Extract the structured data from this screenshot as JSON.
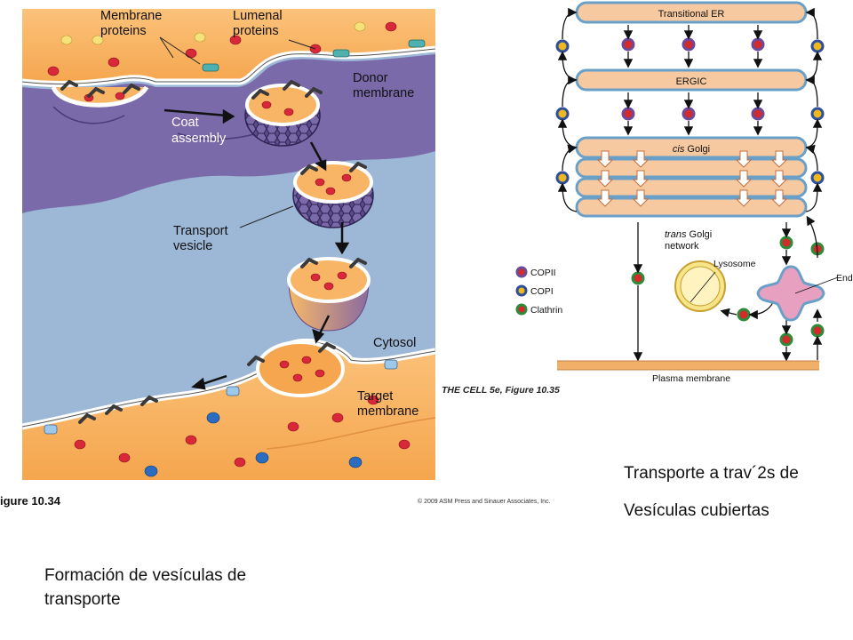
{
  "left_figure": {
    "labels": {
      "membrane_proteins": [
        "Membrane",
        "proteins"
      ],
      "lumenal_proteins": [
        "Lumenal",
        "proteins"
      ],
      "donor_membrane": [
        "Donor",
        "membrane"
      ],
      "coat_assembly": [
        "Coat",
        "assembly"
      ],
      "transport_vesicle": [
        "Transport",
        "vesicle"
      ],
      "cytosol": "Cytosol",
      "target_membrane": [
        "Target",
        "membrane"
      ]
    },
    "figure_label": "igure 10.34",
    "copyright": "© 2009 ASM Press and Sinauer Associates, Inc.",
    "caption": [
      "Formación de vesículas de",
      "transporte"
    ]
  },
  "right_figure": {
    "compartments": {
      "transitional_er": "Transitional ER",
      "ergic": "ERGIC",
      "cis_golgi_italic": "cis",
      "cis_golgi_rest": " Golgi",
      "trans_golgi_italic": "trans",
      "trans_golgi_rest": " Golgi",
      "trans_golgi_line2": "network",
      "lysosome": "Lysosome",
      "endosome": "End",
      "plasma_membrane": "Plasma membrane"
    },
    "legend": [
      {
        "label": "COPII",
        "ring": "#6a4a9a",
        "dot": "#d42a2a"
      },
      {
        "label": "COPI",
        "ring": "#2f4f9a",
        "dot": "#f0b820"
      },
      {
        "label": "Clathrin",
        "ring": "#2f8a3a",
        "dot": "#d42a2a"
      }
    ],
    "figure_label": "THE CELL 5e, Figure 10.35",
    "caption": [
      "Transporte a trav´2s de",
      "Vesículas cubiertas"
    ]
  }
}
